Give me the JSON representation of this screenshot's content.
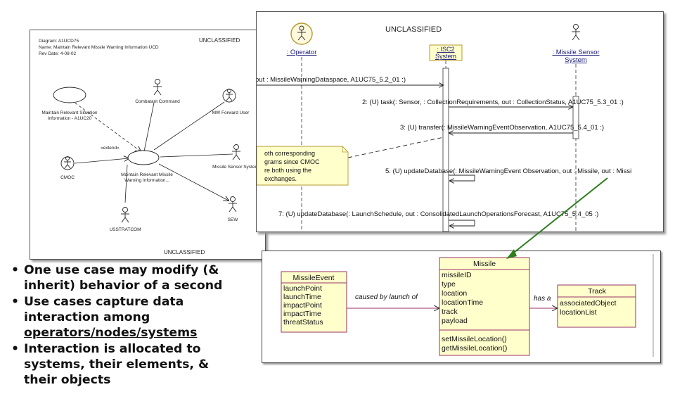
{
  "use_case_diagram": {
    "header": [
      "Diagram: A1UCD75",
      "Name: Maintain Relevant Missile Warning Information UCD",
      "Rev Date: 4-08-02"
    ],
    "classification_top": "UNCLASSIFIED",
    "classification_bottom": "UNCLASSIFIED",
    "use_cases": {
      "situation": [
        "Maintain Relevant Situation",
        "Information - A1UC20"
      ],
      "missile_warning": [
        "Maintain Relevant Missile",
        "Warning Information..."
      ]
    },
    "actors": {
      "combatant_command": "Combatant Command",
      "mw_forward_user": "MW Forward User",
      "missile_sensor_system": "Missile Sensor System",
      "cmoc": "CMOC",
      "ussstratcom": "USSTRATCOM",
      "sew": "SEW"
    },
    "extend_label": "«extend»"
  },
  "sequence_diagram": {
    "classification": "UNCLASSIFIED",
    "lifelines": {
      "operator": ": Operator",
      "isc2": [
        ": ISC2",
        "System"
      ],
      "sensor": [
        ": Missile Sensor",
        "System"
      ]
    },
    "messages": {
      "m1": "out : MissileWarningDataspace, A1UC75_5.2_01 :)",
      "m2": "2: (U) task(: Sensor, : CollectionRequirements, out : CollectionStatus, A1UC75_5.3_01 :)",
      "m3": "3: (U) transfer(: MissileWarningEventObservation, A1UC75_5.4_01 :)",
      "m5": "5. (U) updateDatabase(: MissileWarningEvent Observation, out : Missile, out : Missi",
      "m7": "7: (U) updateDatabase(: LaunchSchedule, out : ConsolidatedLaunchOperationsForecast, A1UC75_5.4_05 :)"
    },
    "note": [
      "oth corresponding",
      "grams since CMOC",
      "re both using the",
      "exchanges."
    ]
  },
  "class_diagram": {
    "missile_event": {
      "name": "MissileEvent",
      "attributes": [
        "launchPoint",
        "launchTime",
        "impactPoint",
        "impactTime",
        "threatStatus"
      ]
    },
    "missile": {
      "name": "Missile",
      "attributes": [
        "missileID",
        "type",
        "location",
        "locationTime",
        "track",
        "payload"
      ],
      "operations": [
        "setMissileLocation()",
        "getMissileLocation()"
      ]
    },
    "track": {
      "name": "Track",
      "attributes": [
        "associatedObject",
        "locationList"
      ]
    },
    "associations": {
      "caused_by": "caused by launch of",
      "has_a": "has a"
    }
  },
  "bullets": {
    "b1": [
      "One use case may modify (&",
      "inherit) behavior of a second"
    ],
    "b2": [
      "Use cases capture data",
      "interaction among"
    ],
    "b2_underlined": "operators/nodes/systems",
    "b3": [
      "Interaction is allocated to",
      "systems, their elements, &",
      "their objects"
    ]
  },
  "colors": {
    "class_fill": "#ffffcc",
    "class_border": "#993366",
    "pointer_arrow": "#2e7d1e",
    "lifeline_label": "#1a1a7a"
  }
}
